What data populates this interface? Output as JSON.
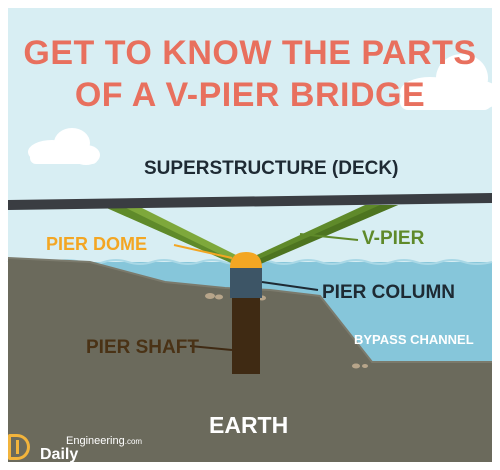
{
  "title": {
    "line1": "GET TO KNOW THE PARTS",
    "line2": "OF A V-PIER BRIDGE"
  },
  "labels": {
    "superstructure": "SUPERSTRUCTURE (DECK)",
    "pier_dome": "PIER DOME",
    "v_pier": "V-PIER",
    "pier_column": "PIER COLUMN",
    "pier_shaft": "PIER SHAFT",
    "bypass_channel": "BYPASS CHANNEL",
    "earth": "EARTH"
  },
  "logo": {
    "brand": "Engineering",
    "suffix": ".com",
    "prefix": "Daily"
  },
  "colors": {
    "sky": "#d8eef3",
    "title": "#e8705e",
    "deck": "#3a3d42",
    "v_pier": "#5f8a2a",
    "v_pier_light": "#7ea83b",
    "pier_dome": "#f3a623",
    "pier_column": "#3d5566",
    "pier_shaft": "#3f2a13",
    "ground": "#6b6a5c",
    "water": "#86c6da",
    "label_dark": "#1e2a33",
    "label_green": "#5f8a2a",
    "label_orange": "#f3a623",
    "label_shaft": "#4a3215"
  }
}
